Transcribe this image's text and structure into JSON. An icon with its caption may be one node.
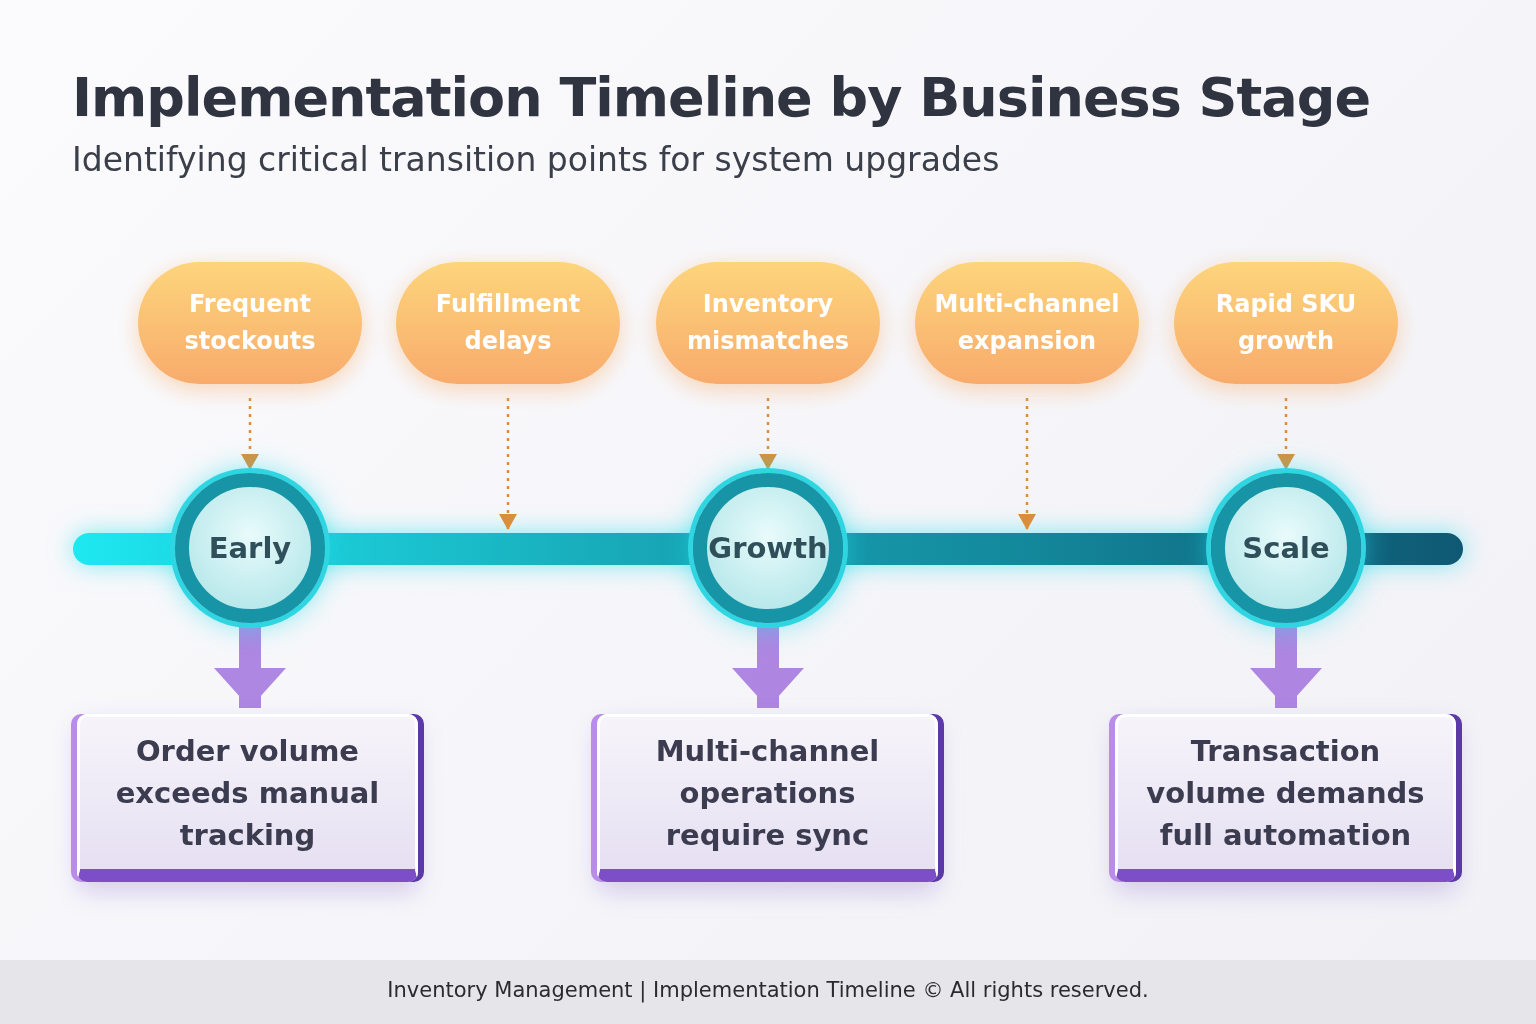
{
  "diagram": {
    "title": "Implementation Timeline by Business Stage",
    "caption": "Identifying critical transition points for system upgrades",
    "nodes": [
      {
        "text": [
          "Frequent stockouts"
        ]
      },
      {
        "text": [
          "Fulfillment delays"
        ]
      },
      {
        "text": [
          "Inventory mismatches"
        ]
      },
      {
        "text": [
          "Multi-channel expansion"
        ]
      },
      {
        "text": [
          "Rapid SKU growth"
        ]
      },
      {
        "text": [],
        "shape": "bar"
      },
      {
        "text": [
          "Early"
        ]
      },
      {
        "text": [
          "Growth"
        ]
      },
      {
        "text": [
          "Scale"
        ]
      },
      {
        "text": [
          "Order volume exceeds manual tracking"
        ]
      },
      {
        "text": [
          "Multi-channel operations require sync"
        ]
      },
      {
        "text": [
          "Transaction volume demands full automation"
        ]
      }
    ],
    "edges": [
      {
        "from": 0,
        "to": 6,
        "arrow": "to",
        "style": "dashed"
      },
      {
        "from": 1,
        "to": 5,
        "arrow": "to",
        "style": "dashed"
      },
      {
        "from": 2,
        "to": 7,
        "arrow": "to",
        "style": "dashed"
      },
      {
        "from": 3,
        "to": 5,
        "arrow": "to",
        "style": "dashed"
      },
      {
        "from": 4,
        "to": 8,
        "arrow": "to",
        "style": "dashed"
      },
      {
        "from": 6,
        "to": 9,
        "arrow": "to",
        "style": "thick",
        "color": "#a77be0"
      },
      {
        "from": 7,
        "to": 10,
        "arrow": "to",
        "style": "thick",
        "color": "#a77be0"
      },
      {
        "from": 8,
        "to": 11,
        "arrow": "to",
        "style": "thick",
        "color": "#a77be0"
      }
    ],
    "labels": [
      "Inventory Management | Implementation Timeline © All rights reserved."
    ]
  }
}
